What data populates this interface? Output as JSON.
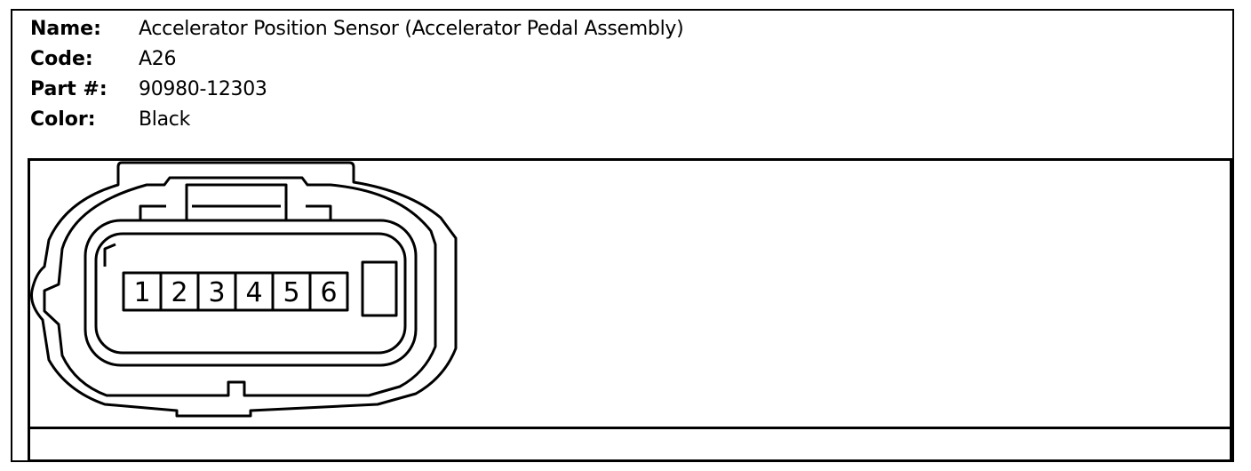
{
  "header": {
    "name_label": "Name:",
    "name_value": "Accelerator Position Sensor (Accelerator Pedal Assembly)",
    "code_label": "Code:",
    "code_value": "A26",
    "part_label": "Part #:",
    "part_value": "90980-12303",
    "color_label": "Color:",
    "color_value": "Black"
  },
  "connector": {
    "pins": [
      "1",
      "2",
      "3",
      "4",
      "5",
      "6"
    ]
  }
}
